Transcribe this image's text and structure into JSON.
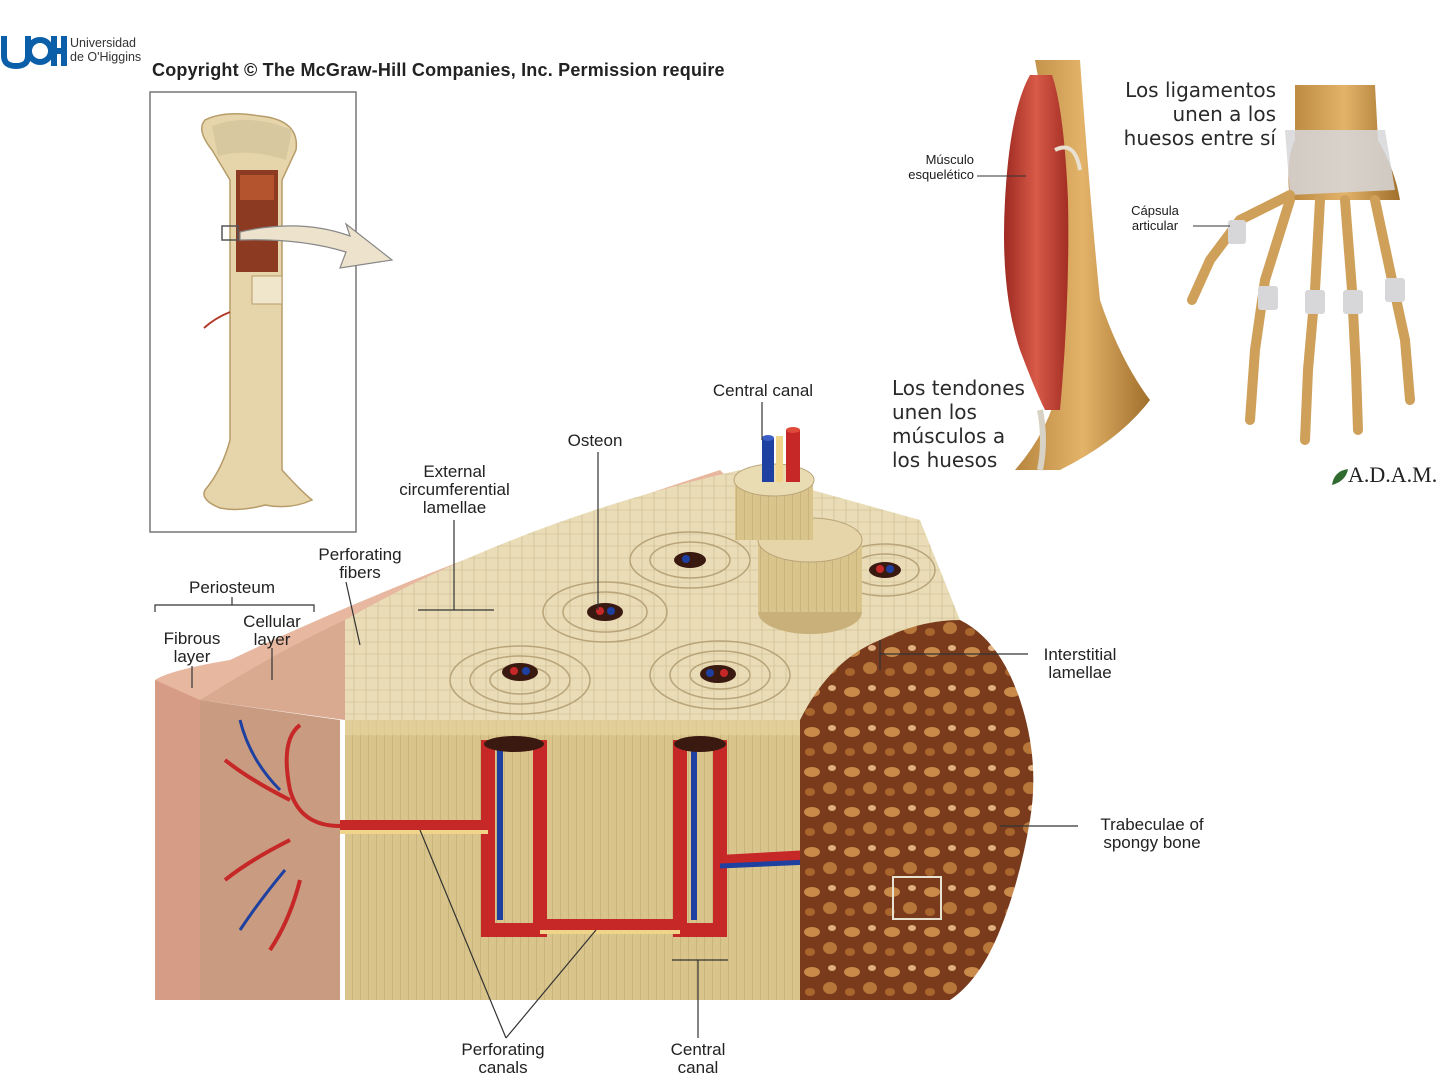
{
  "logo": {
    "mark": "UOH",
    "line1": "Universidad",
    "line2": "de O'Higgins",
    "color": "#0b5ea8"
  },
  "copyright": "Copyright © The McGraw-Hill Companies, Inc. Permission require",
  "bone_labels": {
    "central_canal_top": "Central canal",
    "osteon": "Osteon",
    "external_lamellae": "External\ncircumferential\nlamellae",
    "perforating_fibers": "Perforating\nfibers",
    "periosteum": "Periosteum",
    "cellular_layer": "Cellular\nlayer",
    "fibrous_layer": "Fibrous\nlayer",
    "interstitial_lamellae": "Interstitial\nlamellae",
    "trabeculae": "Trabeculae of\nspongy bone",
    "perforating_canals": "Perforating\ncanals",
    "central_canal_bottom": "Central\ncanal"
  },
  "arm_labels": {
    "musculo": "Músculo\nesquelético",
    "tendones": "Los tendones\nunen los\nmúsculos a\nlos huesos"
  },
  "hand_labels": {
    "ligamentos": "Los ligamentos\nunen a los\nhuesos entre sí",
    "capsula": "Cápsula\narticular",
    "brand": "A.D.A.M."
  }
}
